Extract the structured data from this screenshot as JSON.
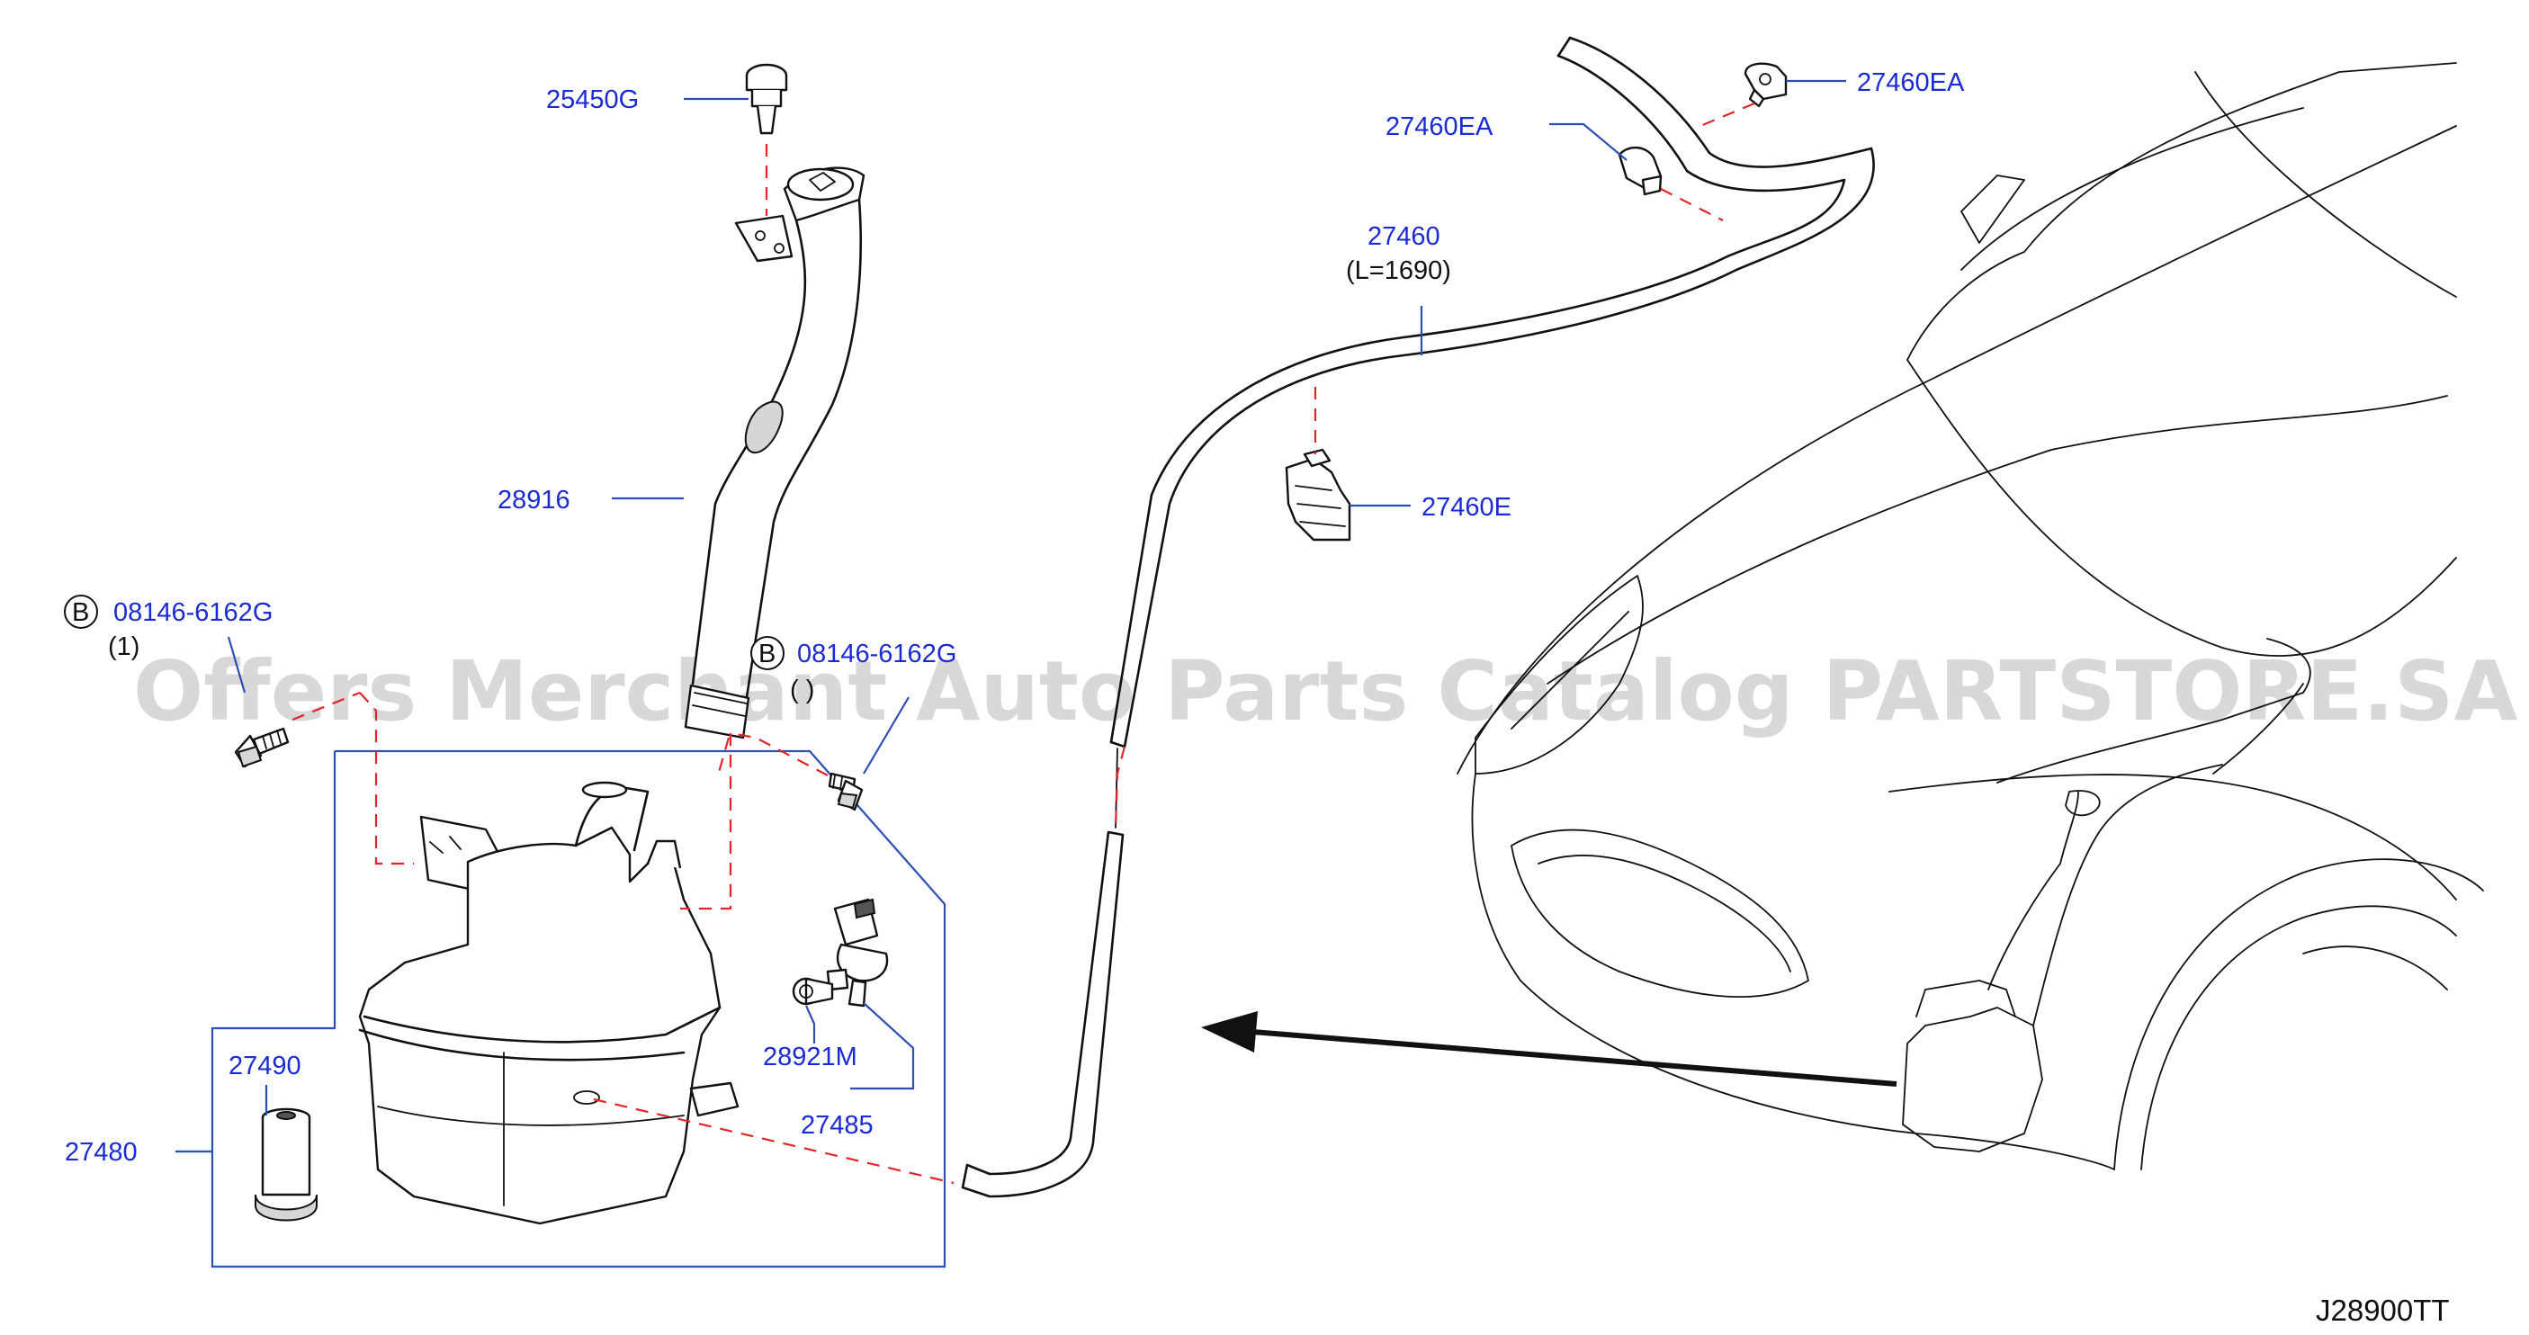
{
  "diagram": {
    "watermark": "Offers Merchant Auto Parts Catalog PARTSTORE.SA",
    "reference_code": "J28900TT",
    "colors": {
      "part_label": "#1a2bd6",
      "leader_line": "#2d4fb5",
      "dashed_guide": "#e0262b",
      "outline": "#111111",
      "watermark": "#b8b8b8"
    },
    "parts": {
      "p25450g": "25450G",
      "p28916": "28916",
      "p27460ea_top": "27460EA",
      "p27460ea_left": "27460EA",
      "p27460": "27460",
      "p27460_length": "(L=1690)",
      "p27460e": "27460E",
      "bolt_left": "08146-6162G",
      "bolt_left_qty": "(1)",
      "bolt_right": "08146-6162G",
      "bolt_right_qty": "( )",
      "p28921m": "28921M",
      "p27485": "27485",
      "p27490": "27490",
      "p27480": "27480"
    },
    "bolt_marker": "B",
    "arrow_icon": "arrow-left-icon"
  }
}
